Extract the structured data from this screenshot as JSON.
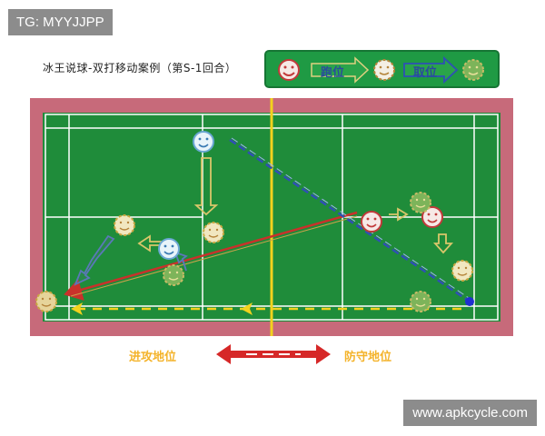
{
  "watermark_top": "TG: MYYJJPP",
  "watermark_bottom": "www.apkcycle.com",
  "title": "冰王说球-双打移动案例（第S-1回合）",
  "legend": {
    "run_label": "跑位",
    "take_label": "取位"
  },
  "labels": {
    "attack": "进攻地位",
    "defense": "防守地位"
  },
  "colors": {
    "court_green": "#1f8c3a",
    "court_border": "#c76a7a",
    "center_line": "#f2d21d",
    "shot_red": "#c9312b",
    "shot_blue": "#2f4fb5",
    "arrow_red": "#d62828"
  }
}
